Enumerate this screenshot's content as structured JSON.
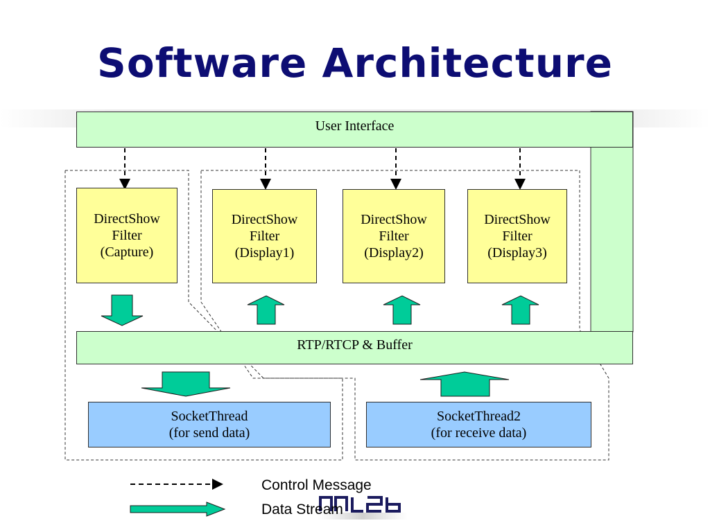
{
  "title": "Software Architecture",
  "user_interface": {
    "label": "User Interface"
  },
  "filters": [
    {
      "line1": "DirectShow",
      "line2": "Filter",
      "line3": "(Capture)"
    },
    {
      "line1": "DirectShow",
      "line2": "Filter",
      "line3": "(Display1)"
    },
    {
      "line1": "DirectShow",
      "line2": "Filter",
      "line3": "(Display2)"
    },
    {
      "line1": "DirectShow",
      "line2": "Filter",
      "line3": "(Display3)"
    }
  ],
  "rtp_buffer": {
    "label": "RTP/RTCP & Buffer"
  },
  "sockets": [
    {
      "line1": "SocketThread",
      "line2": "(for send data)"
    },
    {
      "line1": "SocketThread2",
      "line2": "(for receive data)"
    }
  ],
  "legend": {
    "control": "Control Message",
    "data": "Data Stream"
  },
  "colors": {
    "title": "#0d0d73",
    "green_box": "#ccffcc",
    "yellow_box": "#ffff99",
    "blue_box": "#99ccff",
    "arrow_fill": "#00cc99"
  }
}
